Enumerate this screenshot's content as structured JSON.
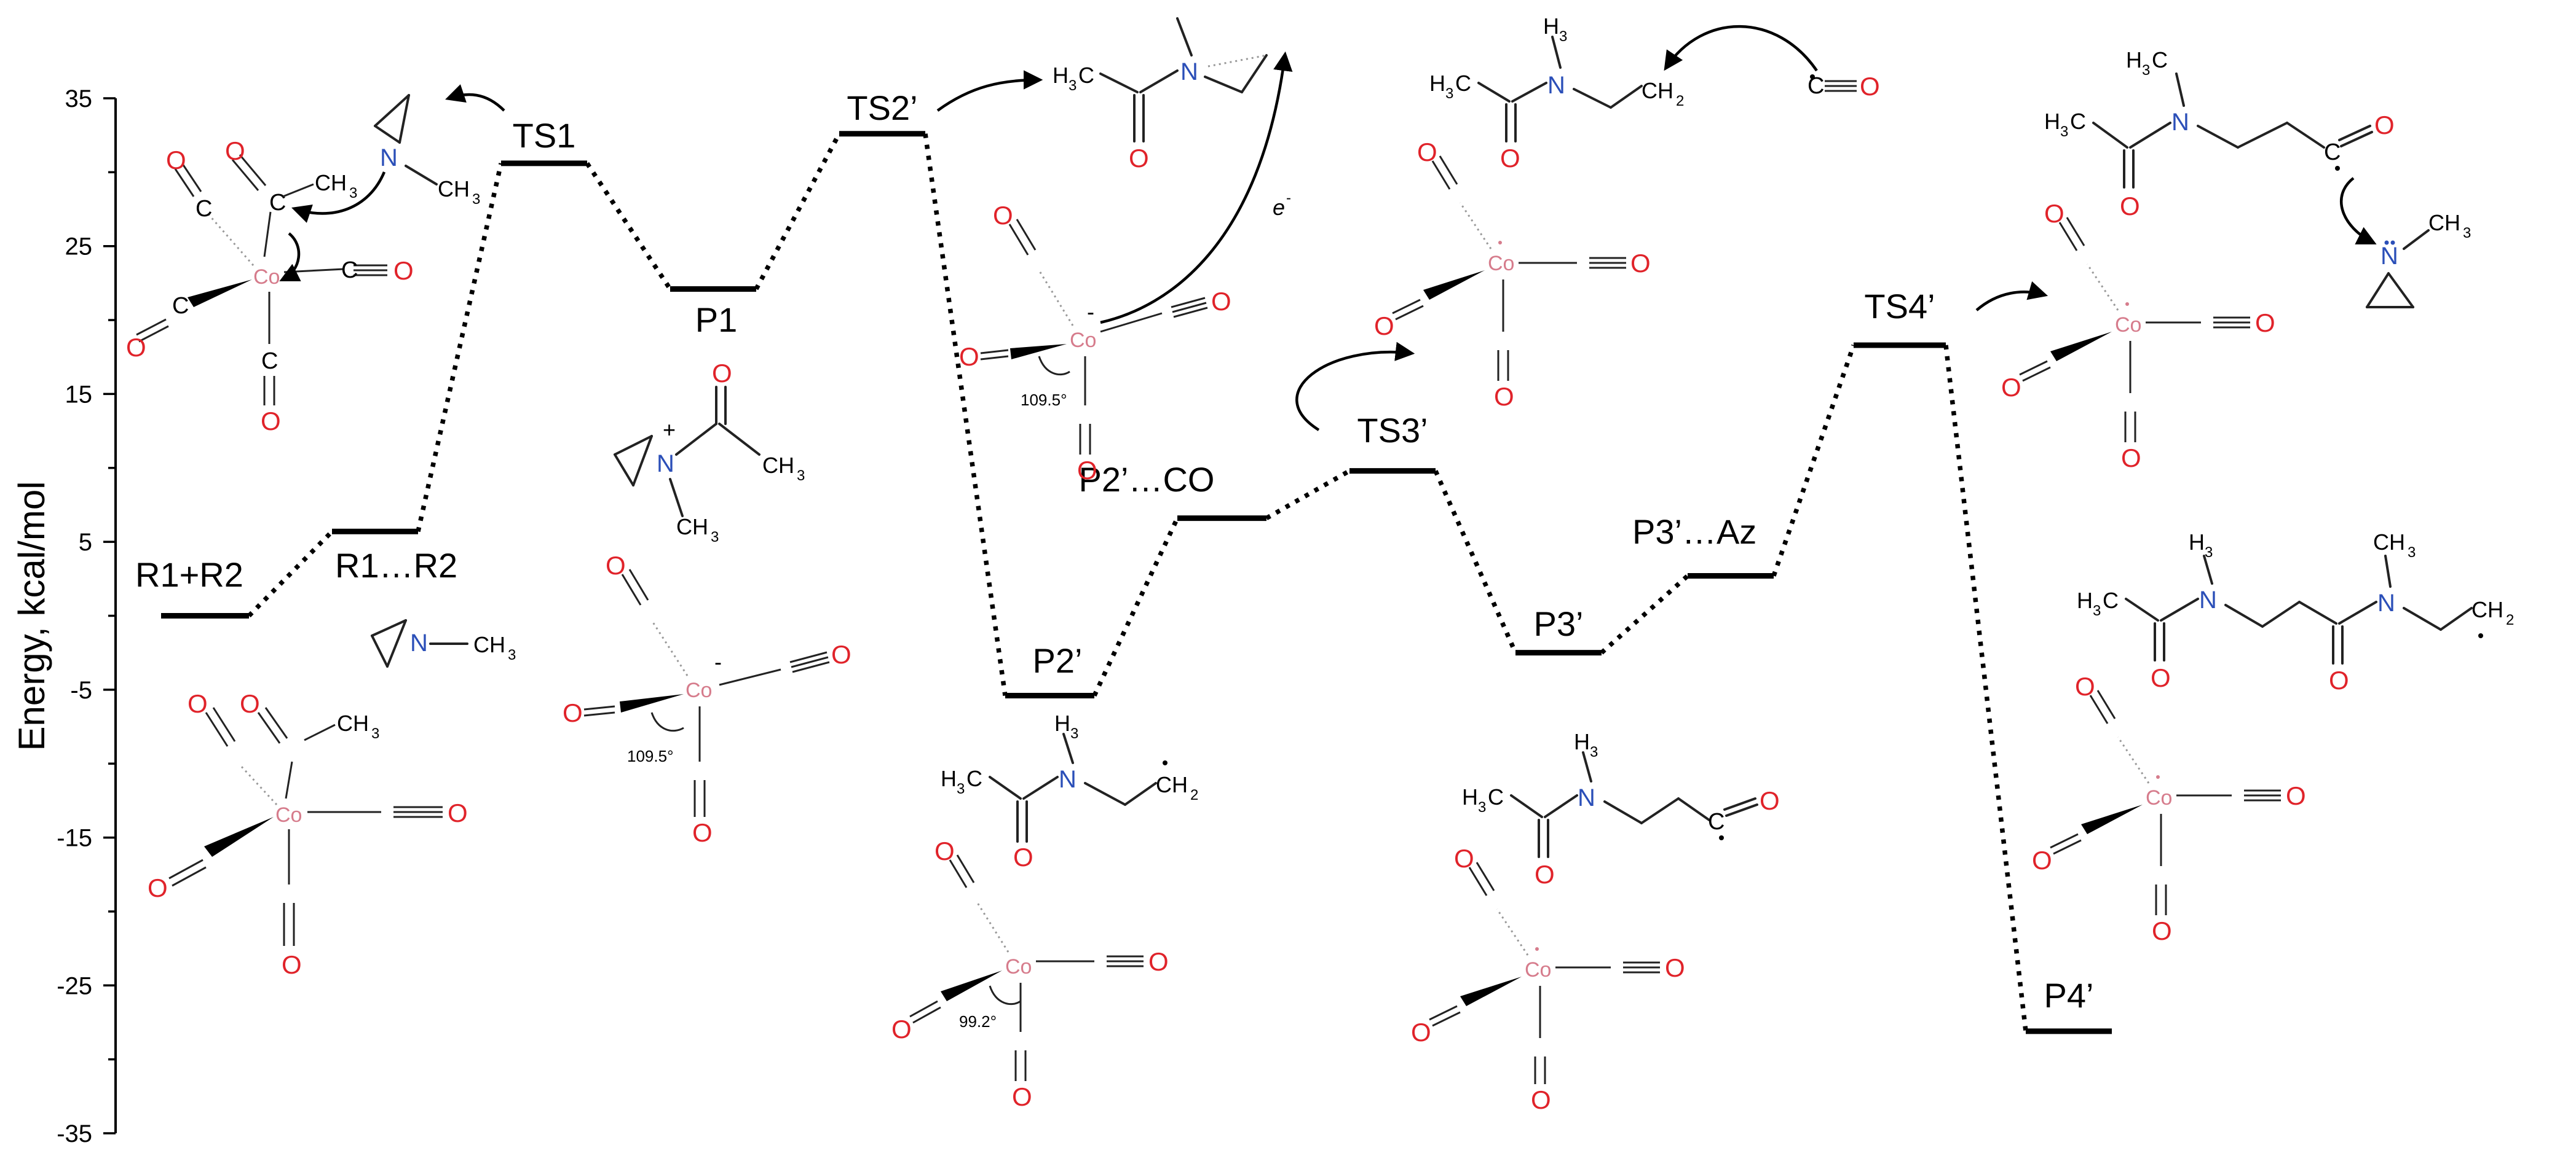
{
  "chart_data": {
    "type": "energy-diagram",
    "ylabel": "Energy, kcal/mol",
    "ylim": [
      -35,
      35
    ],
    "yticks": [
      35,
      25,
      15,
      5,
      -5,
      -15,
      -25,
      -35
    ],
    "levels": [
      {
        "label": "R1+R2",
        "energy": 0
      },
      {
        "label": "R1…R2",
        "energy": 5.7
      },
      {
        "label": "TS1",
        "energy": 30.6
      },
      {
        "label": "P1",
        "energy": 22.1
      },
      {
        "label": "TS2’",
        "energy": 32.6
      },
      {
        "label": "P2’",
        "energy": -5.4
      },
      {
        "label": "P2’…CO",
        "energy": 6.6
      },
      {
        "label": "TS3’",
        "energy": 9.8
      },
      {
        "label": "P3’",
        "energy": -2.5
      },
      {
        "label": "P3’…Az",
        "energy": 2.7
      },
      {
        "label": "TS4’",
        "energy": 18.3
      },
      {
        "label": "P4’",
        "energy": -28.1
      }
    ],
    "connections": [
      [
        0,
        1
      ],
      [
        1,
        2
      ],
      [
        2,
        3
      ],
      [
        3,
        4
      ],
      [
        4,
        5
      ],
      [
        5,
        6
      ],
      [
        6,
        7
      ],
      [
        7,
        8
      ],
      [
        8,
        9
      ],
      [
        9,
        10
      ],
      [
        10,
        11
      ]
    ]
  },
  "chem": {
    "o": "O",
    "n": "N",
    "co": "Co",
    "c": "C",
    "ch3": "CH",
    "h3c": "H",
    "ch2": "CH",
    "sub3": "3",
    "sub2": "2",
    "plus": "+",
    "minus": "-",
    "electron": "e",
    "angle_109": "109.5°",
    "angle_99": "99.2°"
  }
}
